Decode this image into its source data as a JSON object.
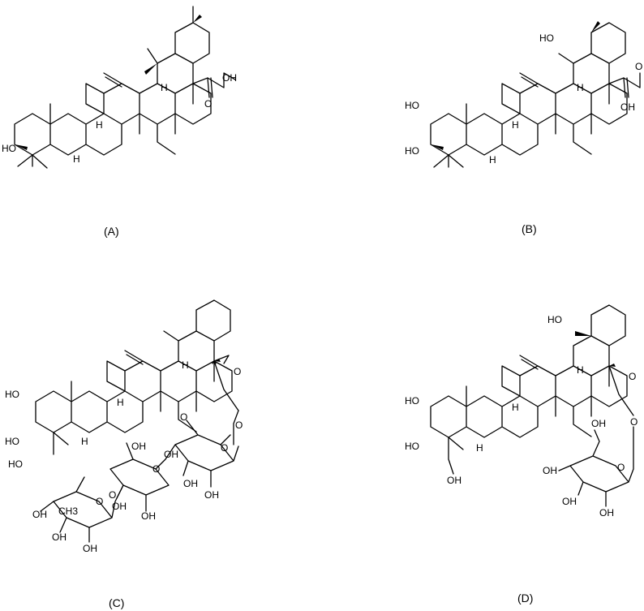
{
  "panels": [
    {
      "label": "(A)",
      "atoms": {
        "acid_oh": "OH",
        "acid_o": "O",
        "ho3": "HO",
        "h18": "H",
        "h9": "H",
        "h5": "H"
      }
    },
    {
      "label": "(B)",
      "atoms": {
        "ho19": "HO",
        "acid_o": "O",
        "acid_oh": "OH",
        "ho2": "HO",
        "ho3": "HO",
        "h18": "H",
        "h9": "H",
        "h5": "H"
      }
    },
    {
      "label": "(C)",
      "atoms": {
        "ester_o": "O",
        "ester_link_o": "O",
        "ho2": "HO",
        "ho3": "HO",
        "ho23": "HO",
        "h18": "H",
        "h9": "H",
        "h5": "H",
        "glc_o6": "O",
        "glc_oh_a": "OH",
        "glc_oh_b": "OH",
        "glc_oh_c": "OH",
        "glc2_ring_o": "O",
        "glc2_oh6": "OH",
        "glc2_link_o": "O",
        "glc2_oh_a": "OH",
        "glc2_oh_b": "OH",
        "rha_ring_o": "O",
        "rha_ch3": "CH3",
        "rha_oh_a": "OH",
        "rha_oh_b": "OH",
        "rha_oh_c": "OH",
        "glc_ring_o": "O"
      }
    },
    {
      "label": "(D)",
      "atoms": {
        "ho19": "HO",
        "ester_o": "O",
        "ester_link_o": "O",
        "ho2": "HO",
        "ho3": "HO",
        "ho23": "OH",
        "h18": "H",
        "h9": "H",
        "h5": "H",
        "glc_ring_o": "O",
        "glc_oh6": "OH",
        "glc_oh_a": "OH",
        "glc_oh_b": "OH",
        "glc_oh_c": "OH"
      }
    }
  ]
}
